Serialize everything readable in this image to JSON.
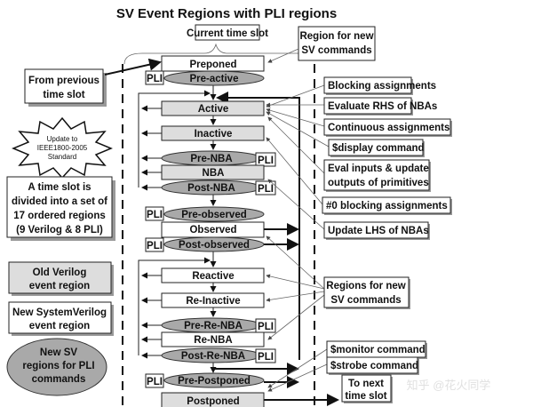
{
  "title": "SV Event Regions with PLI regions",
  "current_time_slot": "Current time slot",
  "region_new_sv": [
    "Region for new",
    "SV commands"
  ],
  "from_previous": [
    "From previous",
    "time slot"
  ],
  "starburst": [
    "Update to",
    "IEEE1800-2005",
    "Standard"
  ],
  "time_slot_note": [
    "A time slot is",
    "divided into a set of",
    "17 ordered regions",
    "(9 Verilog & 8 PLI)"
  ],
  "legend": {
    "old": [
      "Old Verilog",
      "event region"
    ],
    "new": [
      "New SystemVerilog",
      "event region"
    ],
    "pli": [
      "New SV",
      "regions for PLI",
      "commands"
    ]
  },
  "pli_label": "PLI",
  "regions": {
    "preponed": "Preponed",
    "pre_active": "Pre-active",
    "active": "Active",
    "inactive": "Inactive",
    "pre_nba": "Pre-NBA",
    "nba": "NBA",
    "post_nba": "Post-NBA",
    "pre_observed": "Pre-observed",
    "observed": "Observed",
    "post_observed": "Post-observed",
    "reactive": "Reactive",
    "re_inactive": "Re-Inactive",
    "pre_re_nba": "Pre-Re-NBA",
    "re_nba": "Re-NBA",
    "post_re_nba": "Post-Re-NBA",
    "pre_postponed": "Pre-Postponed",
    "postponed": "Postponed"
  },
  "annotations": {
    "blocking": "Blocking assignments",
    "eval_rhs": "Evaluate RHS of NBAs",
    "continuous": "Continuous assignments",
    "display": "$display command",
    "eval_inputs": [
      "Eval inputs & update",
      "outputs of primitives"
    ],
    "zero_blocking": "#0 blocking assignments",
    "update_lhs": "Update LHS of NBAs",
    "regions_new_sv": [
      "Regions for new",
      "SV commands"
    ],
    "monitor": "$monitor command",
    "strobe": "$strobe command",
    "next_slot": [
      "To next",
      "time slot"
    ]
  },
  "watermark": "知乎 @花火同学",
  "colors": {
    "old_region": "#dddddd",
    "pli_region": "#a9a9a9",
    "new_region": "#ffffff"
  }
}
